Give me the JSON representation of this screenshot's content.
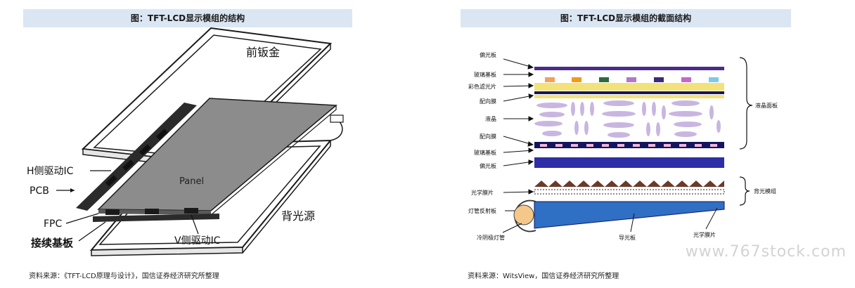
{
  "left": {
    "title": "图：TFT-LCD显示模组的结构",
    "source": "资料来源：《TFT-LCD原理与设计》，国信证券经济研究所整理",
    "labels": {
      "front_bezel": "前钣金",
      "h_driver": "H侧驱动IC",
      "pcb": "PCB",
      "panel": "Panel",
      "fpc": "FPC",
      "connector": "接续基板",
      "v_driver": "V侧驱动IC",
      "backlight": "背光源"
    }
  },
  "right": {
    "title": "图：TFT-LCD显示模组的截面结构",
    "source": "资料来源：WitsView，国信证券经济研究所整理",
    "labels": {
      "polarizer_top": "偏光板",
      "glass_top": "玻璃基板",
      "color_filter": "彩色滤光片",
      "alignment_top": "配向膜",
      "liquid_crystal": "液晶",
      "alignment_bottom": "配向膜",
      "glass_bottom": "玻璃基板",
      "polarizer_bottom": "偏光板",
      "optical_film": "光学膜片",
      "lamp_reflector": "灯管反射板",
      "ccfl": "冷阴极灯管",
      "light_guide": "导光板",
      "optical_film_bottom": "光学膜片",
      "lcd_panel_group": "液晶面板",
      "backlight_group": "背光模组"
    },
    "colors": {
      "polarizer": "#4b2b8a",
      "glass": "#15155e",
      "filter_yellow": "#f3e27a",
      "light_guide": "#2f6fc4",
      "lamp": "#f3c88a"
    }
  },
  "watermark": "www.767stock.com"
}
